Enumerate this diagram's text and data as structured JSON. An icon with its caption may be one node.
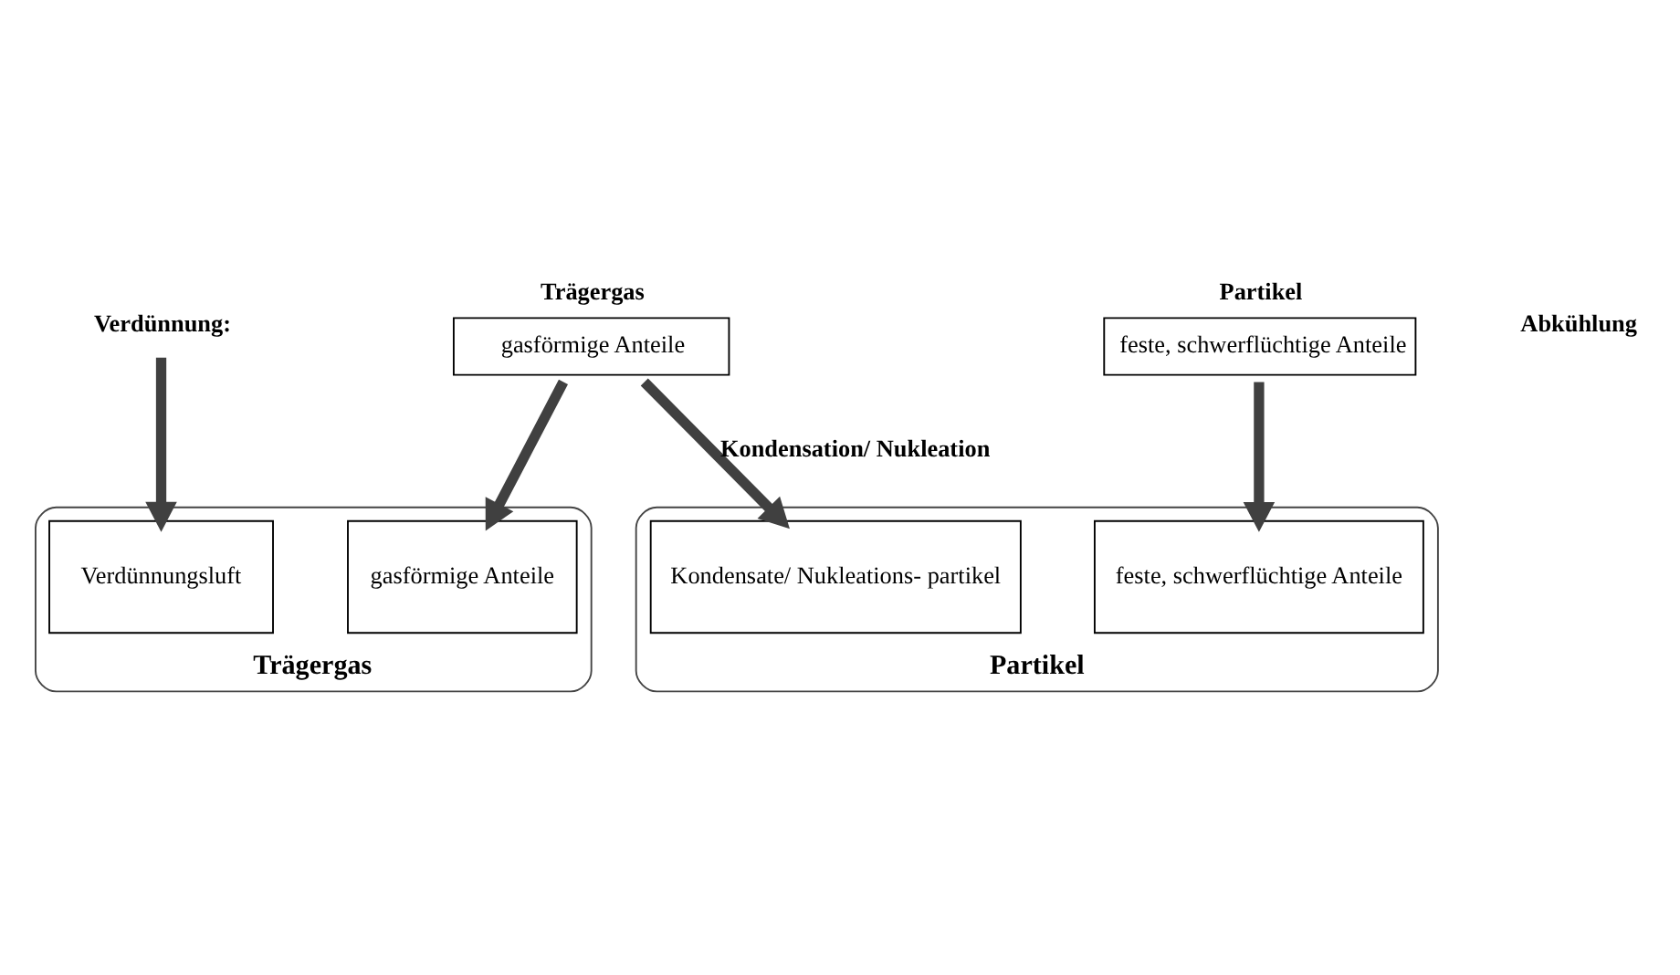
{
  "diagram": {
    "nodes": [
      {
        "text": [
          "Trägergas",
          "gasförmige Anteile"
        ]
      },
      {
        "text": [
          "Partikel",
          "feste, schwerflüchtige Anteile"
        ]
      },
      {
        "text": [
          "Verdünnung:"
        ]
      },
      {
        "text": [
          "Trägergas"
        ]
      },
      {
        "text": [
          "Verdünnungsluft"
        ],
        "in": 3
      },
      {
        "text": [
          "gasförmige Anteile"
        ],
        "in": 3
      },
      {
        "text": [
          "Partikel"
        ]
      },
      {
        "text": [
          "Kondensate/ Nukleations- partikel"
        ],
        "in": 6
      },
      {
        "text": [
          "feste, schwerflüchtige Anteile"
        ],
        "in": 6
      }
    ],
    "edges": [
      {
        "from": 2,
        "to": 4,
        "arrow": "to"
      },
      {
        "from": 0,
        "to": 5,
        "arrow": "to"
      },
      {
        "from": 0,
        "to": 7,
        "arrow": "to",
        "label": "Kondensation/ Nukleation"
      },
      {
        "from": 1,
        "to": 8,
        "arrow": "to"
      }
    ],
    "labels": [
      "Abkühlung"
    ]
  }
}
